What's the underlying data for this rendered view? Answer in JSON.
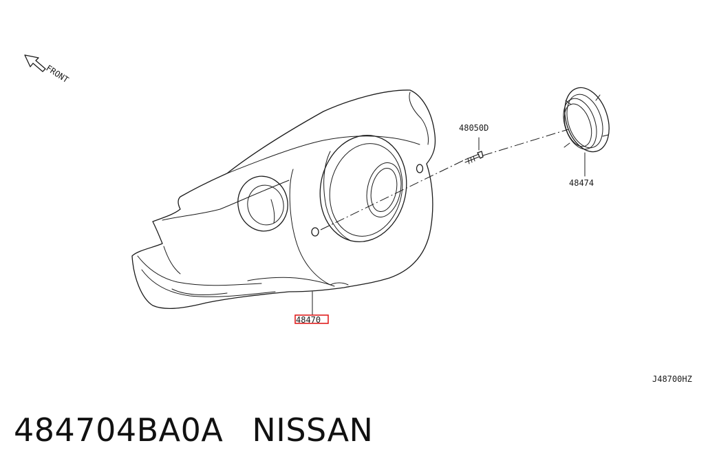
{
  "diagram": {
    "direction_label": "FRONT",
    "callouts": {
      "cover": "48470",
      "screw": "48050D",
      "ring": "48474"
    },
    "drawing_code": "J48700HZ",
    "highlight_color": "#e01e1e"
  },
  "caption": {
    "part_number": "484704BA0A",
    "brand": "NISSAN"
  }
}
